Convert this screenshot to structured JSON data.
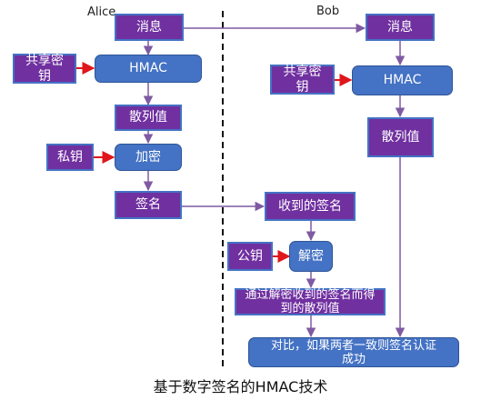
{
  "actors": {
    "left": "Alice",
    "right": "Bob"
  },
  "alice": {
    "message": "消息",
    "shared_key": "共享密钥",
    "hmac": "HMAC",
    "hash_value": "散列值",
    "private_key": "私钥",
    "encrypt": "加密",
    "signature": "签名"
  },
  "bob": {
    "message": "消息",
    "shared_key": "共享密钥",
    "hmac": "HMAC",
    "hash_value": "散列值",
    "received_signature": "收到的签名",
    "public_key": "公钥",
    "decrypt": "解密",
    "decrypted_hash": "通过解密收到的签名而得到的散列值",
    "compare": "对比，如果两者一致则签名认证成功"
  },
  "caption": "基于数字签名的HMAC技术",
  "colors": {
    "purple": "#7030a0",
    "blue": "#4472c4",
    "arrow_dark": "#7f5aa2",
    "arrow_red": "#e0161b"
  }
}
